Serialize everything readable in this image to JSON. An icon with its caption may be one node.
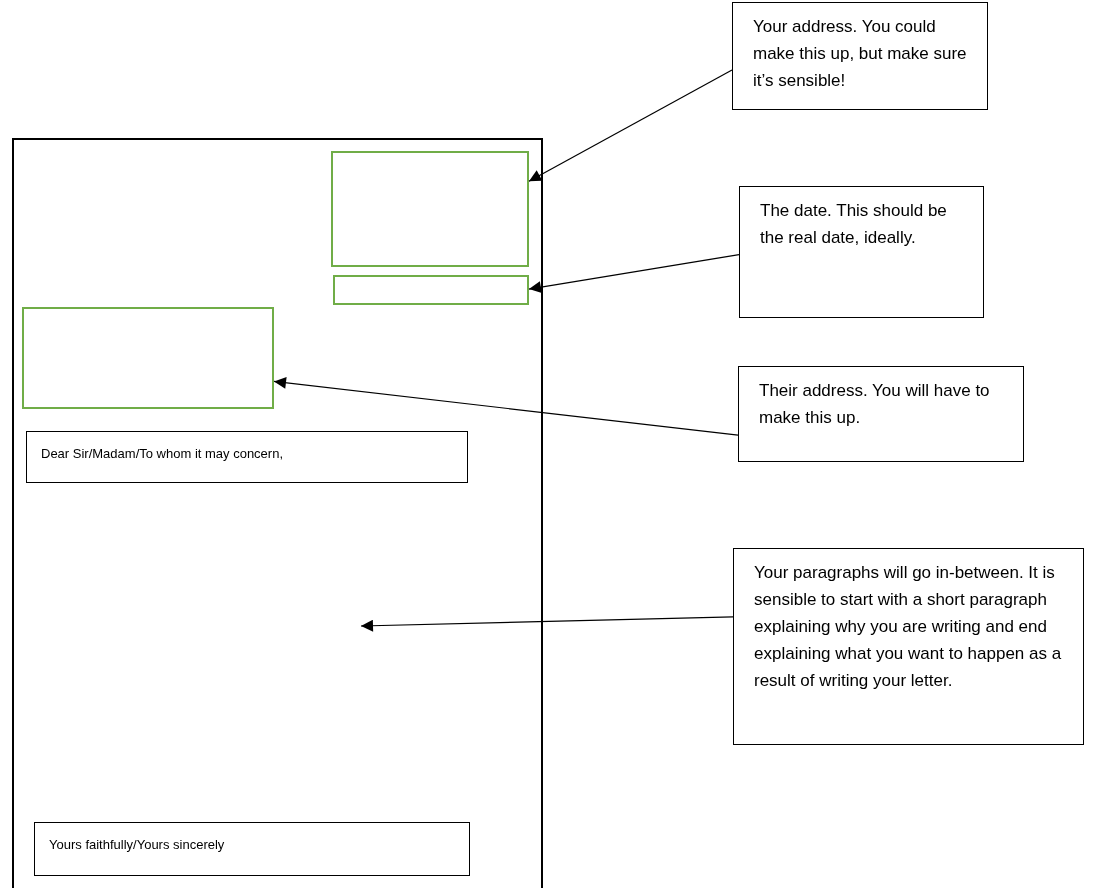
{
  "diagram": {
    "nodes": [
      {
        "text": [],
        "shape": "box"
      },
      {
        "text": [],
        "shape": "box",
        "in": 0
      },
      {
        "text": [],
        "shape": "box",
        "in": 0
      },
      {
        "text": [],
        "shape": "box",
        "in": 0
      },
      {
        "text": [
          "Dear Sir/Madam/To whom it may concern,"
        ],
        "in": 0
      },
      {
        "text": [
          "Yours faithfully/Yours sincerely"
        ],
        "in": 0
      },
      {
        "text": [
          "Your address. You could make this up, but make sure it’s sensible!"
        ]
      },
      {
        "text": [
          "The date. This should be the real date, ideally."
        ]
      },
      {
        "text": [
          "Their address. You will have to make this up."
        ]
      },
      {
        "text": [
          "Your paragraphs will go in-between. It is sensible to start with a short paragraph explaining why you are writing and end explaining what you want to happen as a result of writing your letter."
        ]
      }
    ],
    "edges": [
      {
        "from": 6,
        "to": 1,
        "arrow": "to"
      },
      {
        "from": 7,
        "to": 2,
        "arrow": "to"
      },
      {
        "from": 8,
        "to": 3,
        "arrow": "to"
      },
      {
        "from": 9,
        "to": null,
        "arrow": "to"
      }
    ]
  }
}
